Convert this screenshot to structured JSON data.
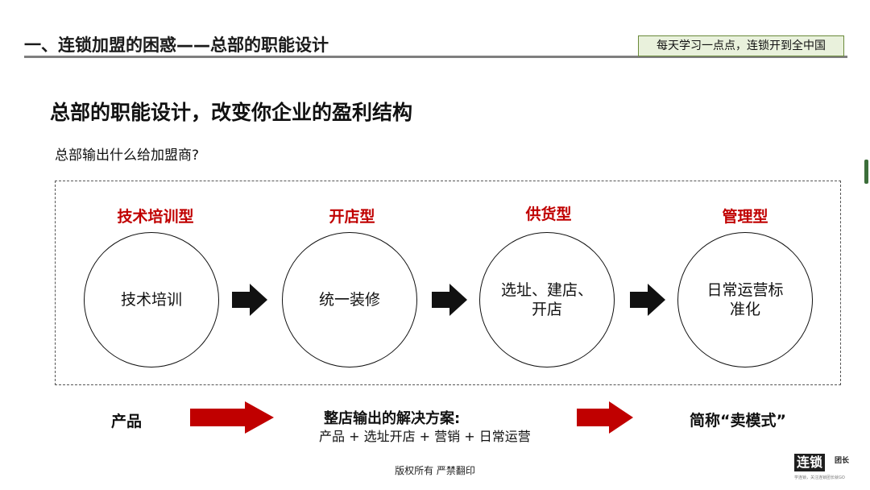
{
  "header": {
    "section_title": "一、连锁加盟的困惑——总部的职能设计",
    "slogan": "每天学习一点点，连锁开到全中国"
  },
  "main": {
    "title": "总部的职能设计，改变你企业的盈利结构",
    "question": "总部输出什么给加盟商?"
  },
  "flow": {
    "stages": [
      {
        "type_label": "技术培训型",
        "circle_text": "技术培训"
      },
      {
        "type_label": "开店型",
        "circle_text": "统一装修"
      },
      {
        "type_label": "供货型",
        "circle_line1": "选址、建店、",
        "circle_line2": "开店"
      },
      {
        "type_label": "管理型",
        "circle_line1": "日常运营标",
        "circle_line2": "准化"
      }
    ]
  },
  "summary": {
    "product_label": "产品",
    "solution_title": "整店输出的解决方案:",
    "solution_detail": "产品 + 选址开店 + 营销 + 日常运营",
    "model_label": "简称“卖模式”"
  },
  "footer": {
    "copyright": "版权所有  严禁翻印"
  },
  "logo": {
    "main_text": "连锁",
    "side_text": "团长",
    "tagline": "学连锁，关注连锁团长就GO"
  },
  "colors": {
    "accent_red": "#c00000",
    "slogan_bg": "#e9f1dc",
    "slogan_border": "#6a8a3a"
  }
}
